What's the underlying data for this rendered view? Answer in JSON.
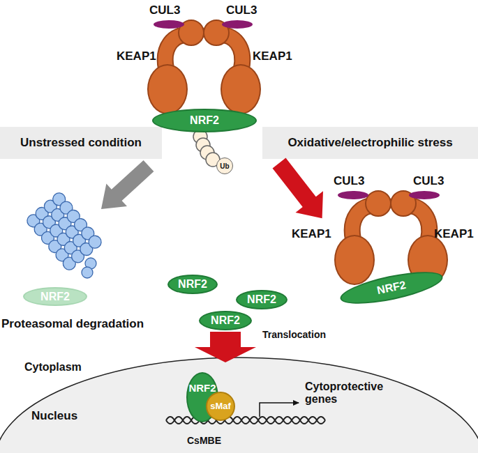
{
  "diagram": {
    "nodes": [
      {
        "text": [
          "CUL3"
        ]
      },
      {
        "text": [
          "CUL3"
        ]
      },
      {
        "text": [
          "KEAP1"
        ]
      },
      {
        "text": [
          "KEAP1"
        ]
      },
      {
        "text": [
          "NRF2"
        ]
      },
      {
        "text": [
          "Ub"
        ]
      },
      {
        "text": [
          "Unstressed condition"
        ]
      },
      {
        "text": [
          "Oxidative/electrophilic stress"
        ]
      },
      {
        "text": [
          "CUL3"
        ]
      },
      {
        "text": [
          "CUL3"
        ]
      },
      {
        "text": [
          "KEAP1"
        ]
      },
      {
        "text": [
          "KEAP1"
        ]
      },
      {
        "text": [
          "NRF2"
        ]
      },
      {
        "text": [
          "NRF2"
        ]
      },
      {
        "text": [
          "NRF2"
        ]
      },
      {
        "text": [
          "NRF2"
        ]
      },
      {
        "text": [
          "NRF2"
        ]
      },
      {
        "text": [
          "Nucleus"
        ]
      },
      {
        "text": [
          "NRF2"
        ],
        "in": 17
      },
      {
        "text": [
          "sMaf"
        ],
        "in": 17
      }
    ],
    "edges": [
      {
        "from": 7,
        "to": 10,
        "arrow": "to"
      },
      {
        "from": 16,
        "to": 17,
        "arrow": "to",
        "label": "Translocation"
      }
    ],
    "labels": [
      "Proteasomal degradation",
      "Cytoplasm",
      "Cytoprotective genes",
      "CsMBE"
    ]
  }
}
